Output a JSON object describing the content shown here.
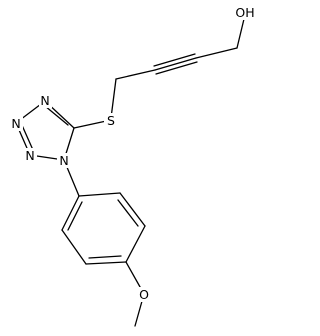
{
  "molecule": {
    "atoms": {
      "hydroxyl": "OH",
      "sulfur": "S",
      "n_ring_1": "N",
      "n_ring_2": "N",
      "n_ring_3": "N",
      "n_ring_4": "N",
      "methoxy_oxygen": "O"
    },
    "colors": {
      "bond": "#000000",
      "label": "#000000",
      "background": "#ffffff"
    }
  }
}
